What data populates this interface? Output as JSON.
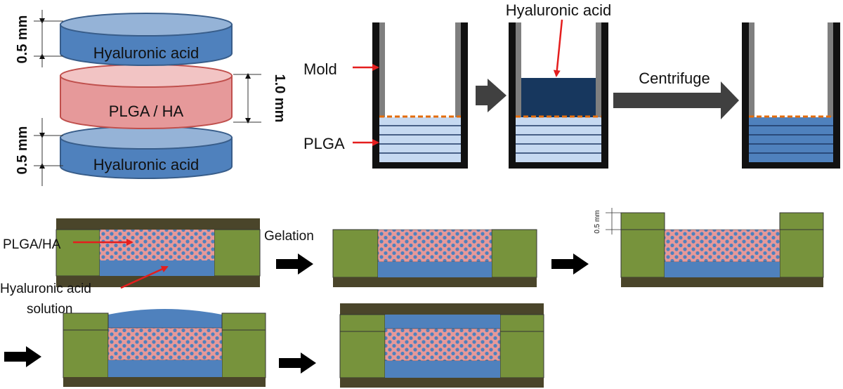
{
  "disc": {
    "top_layer": "Hyaluronic acid",
    "middle_layer": "PLGA / HA",
    "bottom_layer": "Hyaluronic acid",
    "dim_top": "0.5 mm",
    "dim_middle": "1.0 mm",
    "dim_bottom": "0.5 mm"
  },
  "mold_process": {
    "mold_label": "Mold",
    "plga_label": "PLGA",
    "ha_label": "Hyaluronic acid",
    "centrifuge_label": "Centrifuge"
  },
  "gel_process": {
    "plga_ha_label": "PLGA/HA",
    "ha_solution_line1": "Hyaluronic acid",
    "ha_solution_line2": "solution",
    "gelation_label": "Gelation",
    "dim_small": "0.5 mm"
  },
  "colors": {
    "ha_blue": "#4f81bd",
    "ha_top_blue": "#95b3d7",
    "plga_pink": "#e6999a",
    "plga_pink_top": "#f2c4c4",
    "mold_green": "#77933c",
    "base_dark": "#4a452a",
    "light_blue_layers": "#c6d9f1",
    "dark_navy": "#17375e",
    "arrow_red": "#e41e1e",
    "arrow_gray": "#404040",
    "dashed_orange": "#e46c0a"
  }
}
